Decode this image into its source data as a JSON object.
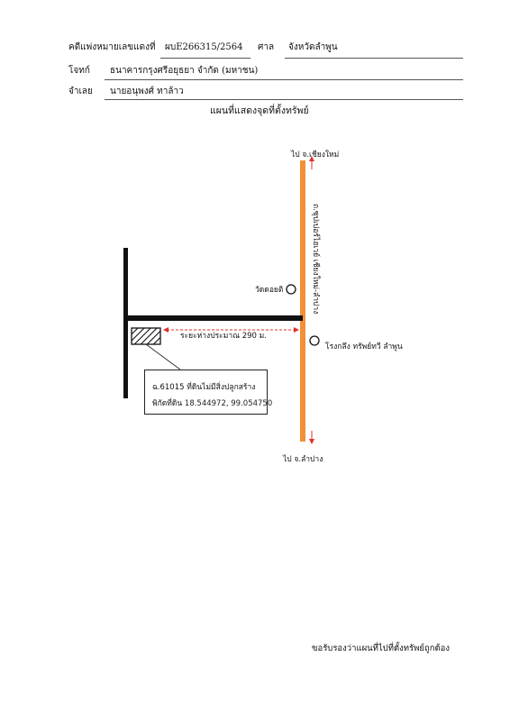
{
  "header": {
    "case_label": "คดีแพ่งหมายเลขแดงที่",
    "case_number": "ผบE266315/2564",
    "court_label": "ศาล",
    "court_name": "จังหวัดลำพูน",
    "plaintiff_label": "โจทก์",
    "plaintiff_name": "ธนาคารกรุงศรีอยุธยา จำกัด (มหาชน)",
    "defendant_label": "จำเลย",
    "defendant_name": "นายอนุพงศ์ ทาล้าว"
  },
  "map": {
    "title": "แผนที่แสดงจุดที่ตั้งทรัพย์",
    "to_north": "ไป จ.เชียงใหม่",
    "to_south": "ไป จ.ลำปาง",
    "road_name": "ถ.ซุปเปอร์ไฮเวย์ เชียงใหม่-ลำปาง",
    "landmark_temple": "วัดดอยติ",
    "landmark_factory": "โรงกลึง ทรัพย์ทวี ลำพูน",
    "distance_text": "ระยะห่างประมาณ 290 ม.",
    "parcel_line1": "ฉ.61015 ที่ดินไม่มีสิ่งปลูกสร้าง",
    "parcel_coords_label": "พิกัดที่ดิน",
    "parcel_coords": "18.544972, 99.054750",
    "colors": {
      "highway": "#f0913a",
      "distance_arrow": "#e0302a",
      "road": "#111111"
    }
  },
  "footer": {
    "certify_text": "ขอรับรองว่าแผนที่ไปที่ตั้งทรัพย์ถูกต้อง"
  }
}
